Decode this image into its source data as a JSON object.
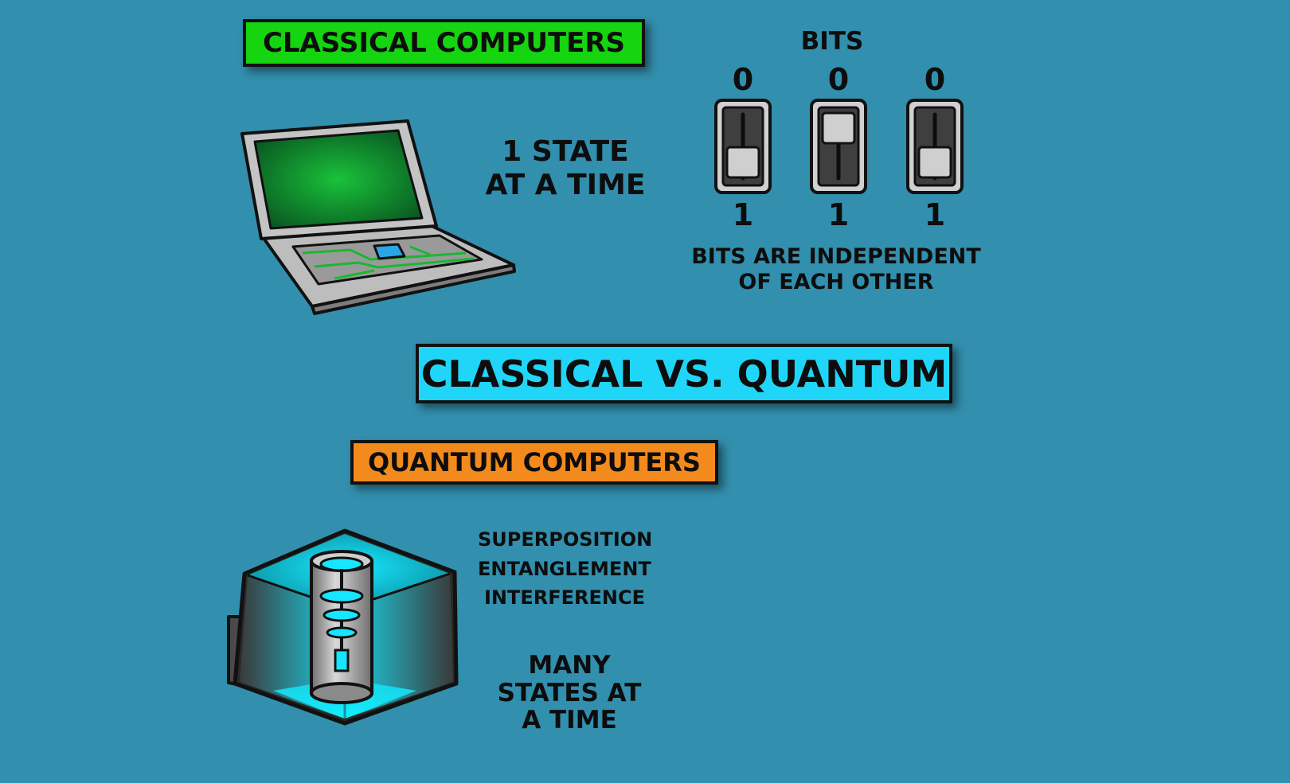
{
  "colors": {
    "background": "#328fad",
    "classical_banner": "#15d410",
    "versus_banner": "#20d6f8",
    "quantum_banner": "#f28a1e"
  },
  "classical": {
    "banner": "CLASSICAL COMPUTERS",
    "state_line1": "1 STATE",
    "state_line2": "AT A TIME",
    "illustration": "laptop-icon"
  },
  "bits": {
    "title": "BITS",
    "switches": [
      {
        "top_label": "0",
        "bottom_label": "1",
        "position": "1"
      },
      {
        "top_label": "0",
        "bottom_label": "1",
        "position": "0"
      },
      {
        "top_label": "0",
        "bottom_label": "1",
        "position": "1"
      }
    ],
    "caption_line1": "BITS ARE INDEPENDENT",
    "caption_line2": "OF EACH OTHER"
  },
  "versus": {
    "banner": "CLASSICAL VS. QUANTUM"
  },
  "quantum": {
    "banner": "QUANTUM COMPUTERS",
    "properties": [
      "SUPERPOSITION",
      "ENTANGLEMENT",
      "INTERFERENCE"
    ],
    "state_line1": "MANY",
    "state_line2": "STATES AT",
    "state_line3": "A TIME",
    "illustration": "quantum-chip-icon"
  }
}
